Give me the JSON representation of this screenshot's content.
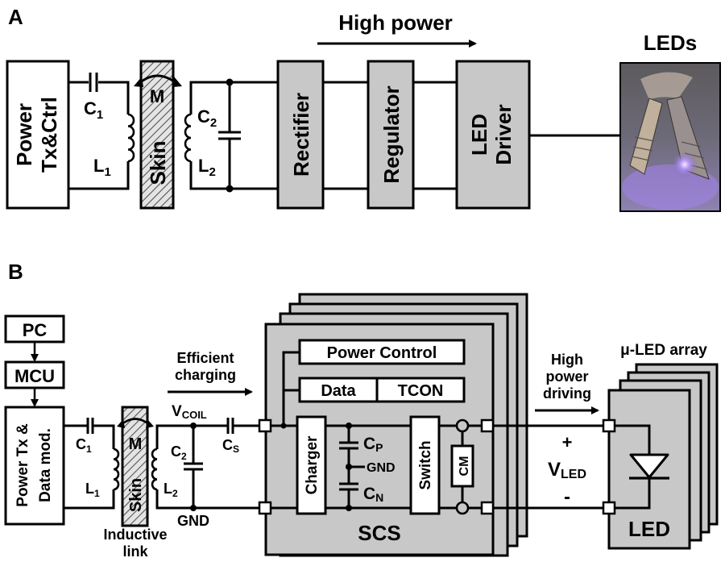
{
  "panel_a": {
    "label": "A",
    "power_tx_line1": "Power",
    "power_tx_line2": "Tx&Ctrl",
    "c1_main": "C",
    "c1_sub": "1",
    "l1_main": "L",
    "l1_sub": "1",
    "m_label": "M",
    "skin_label": "Skin",
    "c2_main": "C",
    "c2_sub": "2",
    "l2_main": "L",
    "l2_sub": "2",
    "rectifier": "Rectifier",
    "regulator": "Regulator",
    "led_driver_line1": "LED",
    "led_driver_line2": "Driver",
    "high_power": "High power",
    "leds": "LEDs"
  },
  "panel_b": {
    "label": "B",
    "pc": "PC",
    "mcu": "MCU",
    "power_tx_line1": "Power Tx &",
    "power_tx_line2": "Data mod.",
    "c1_main": "C",
    "c1_sub": "1",
    "l1_main": "L",
    "l1_sub": "1",
    "m_label": "M",
    "skin_label": "Skin",
    "inductive_line1": "Inductive",
    "inductive_line2": "link",
    "c2_main": "C",
    "c2_sub": "2",
    "l2_main": "L",
    "l2_sub": "2",
    "vcoil_main": "V",
    "vcoil_sub": "COIL",
    "cs_main": "C",
    "cs_sub": "S",
    "gnd_bottom": "GND",
    "efficient_line1": "Efficient",
    "efficient_line2": "charging",
    "power_control": "Power Control",
    "data": "Data",
    "tcon": "TCON",
    "charger": "Charger",
    "cp_main": "C",
    "cp_sub": "P",
    "gnd_mid": "GND",
    "cn_main": "C",
    "cn_sub": "N",
    "switch": "Switch",
    "cm": "CM",
    "scs": "SCS",
    "high_line1": "High",
    "high_line2": "power",
    "high_line3": "driving",
    "plus": "+",
    "vled_main": "V",
    "vled_sub": "LED",
    "minus": "-",
    "mu_led_array": "μ-LED array",
    "led": "LED"
  },
  "colors": {
    "block_fill": "#c8c8c8",
    "photo_glow": "#a484ee"
  }
}
